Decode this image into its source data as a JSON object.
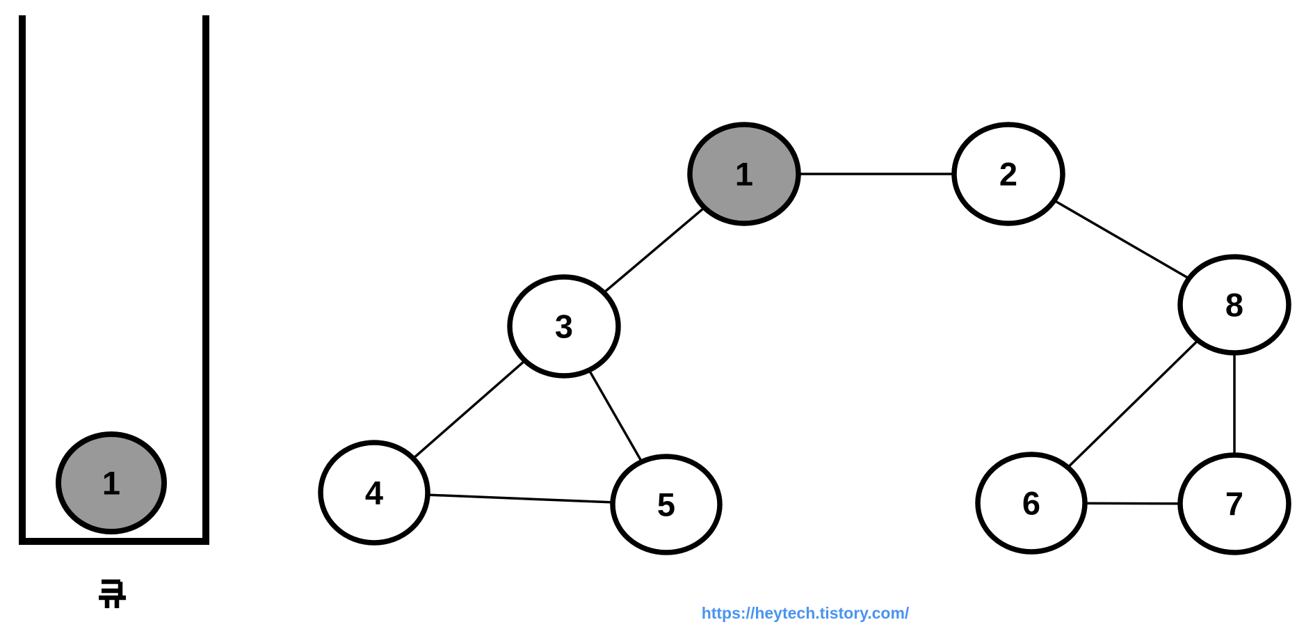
{
  "queue": {
    "label": "큐",
    "items": [
      {
        "value": "1",
        "state": "visited"
      }
    ]
  },
  "graph": {
    "nodes": [
      {
        "id": "1",
        "label": "1",
        "visited": true
      },
      {
        "id": "2",
        "label": "2",
        "visited": false
      },
      {
        "id": "3",
        "label": "3",
        "visited": false
      },
      {
        "id": "4",
        "label": "4",
        "visited": false
      },
      {
        "id": "5",
        "label": "5",
        "visited": false
      },
      {
        "id": "6",
        "label": "6",
        "visited": false
      },
      {
        "id": "7",
        "label": "7",
        "visited": false
      },
      {
        "id": "8",
        "label": "8",
        "visited": false
      }
    ],
    "edges": [
      [
        "1",
        "2"
      ],
      [
        "1",
        "3"
      ],
      [
        "2",
        "8"
      ],
      [
        "3",
        "4"
      ],
      [
        "3",
        "5"
      ],
      [
        "4",
        "5"
      ],
      [
        "6",
        "7"
      ],
      [
        "8",
        "6"
      ],
      [
        "8",
        "7"
      ]
    ]
  },
  "footer": {
    "url": "https://heytech.tistory.com/"
  },
  "colors": {
    "visited_fill": "#999999",
    "node_fill": "#ffffff",
    "outline": "#000000",
    "url_blue": "#4a94f0",
    "background": "#ffffff"
  }
}
